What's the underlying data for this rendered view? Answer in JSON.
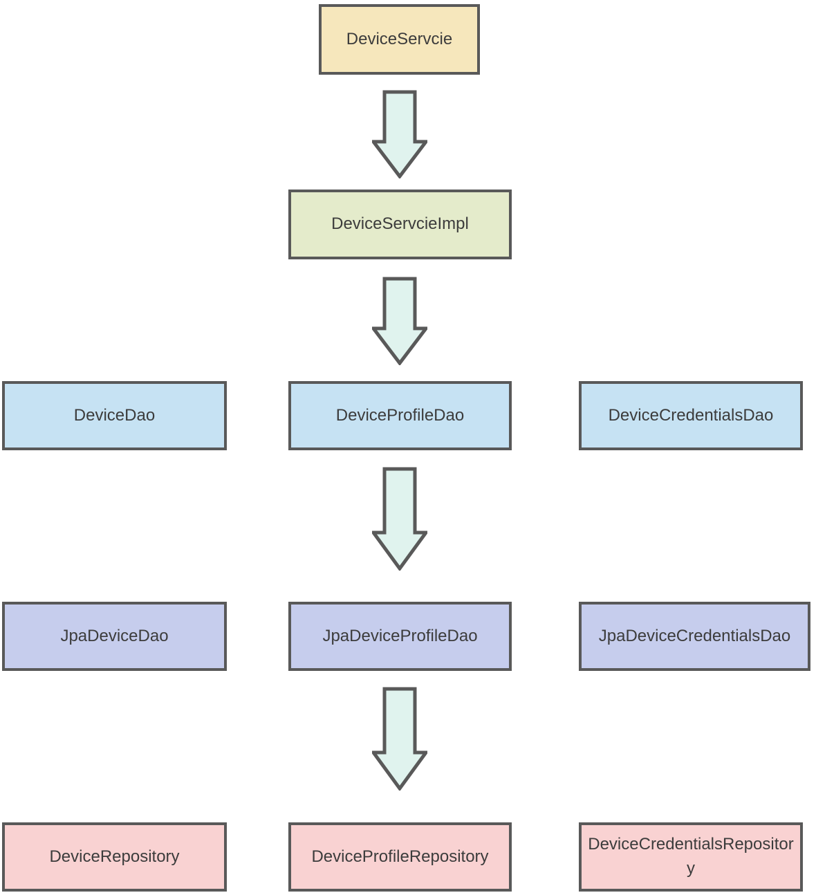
{
  "diagram": {
    "nodes": {
      "service": {
        "label": "DeviceServcie",
        "fill": "#F6E7BC"
      },
      "serviceImpl": {
        "label": "DeviceServcieImpl",
        "fill": "#E4EBCB"
      },
      "deviceDao": {
        "label": "DeviceDao",
        "fill": "#C6E2F3"
      },
      "deviceProfileDao": {
        "label": "DeviceProfileDao",
        "fill": "#C6E2F3"
      },
      "deviceCredentialsDao": {
        "label": "DeviceCredentialsDao",
        "fill": "#C6E2F3"
      },
      "jpaDeviceDao": {
        "label": "JpaDeviceDao",
        "fill": "#C6CDED"
      },
      "jpaDeviceProfileDao": {
        "label": "JpaDeviceProfileDao",
        "fill": "#C6CDED"
      },
      "jpaDeviceCredentialsDao": {
        "label": "JpaDeviceCredentialsDao",
        "fill": "#C6CDED"
      },
      "deviceRepository": {
        "label": "DeviceRepository",
        "fill": "#F9D2D2"
      },
      "deviceProfileRepository": {
        "label": "DeviceProfileRepository",
        "fill": "#F9D2D2"
      },
      "deviceCredentialsRepository": {
        "label": "DeviceCredentialsRepository",
        "fill": "#F9D2D2"
      }
    },
    "edges": [
      {
        "from": "DeviceServcie",
        "to": "DeviceServcieImpl"
      },
      {
        "from": "DeviceServcieImpl",
        "to": "DeviceProfileDao"
      },
      {
        "from": "DeviceProfileDao",
        "to": "JpaDeviceProfileDao"
      },
      {
        "from": "JpaDeviceProfileDao",
        "to": "DeviceProfileRepository"
      }
    ],
    "colors": {
      "border": "#595959",
      "text": "#3C3C3C",
      "arrowFill": "#E0F3EE",
      "arrowStroke": "#595959",
      "background": "#FFFFFF"
    }
  }
}
